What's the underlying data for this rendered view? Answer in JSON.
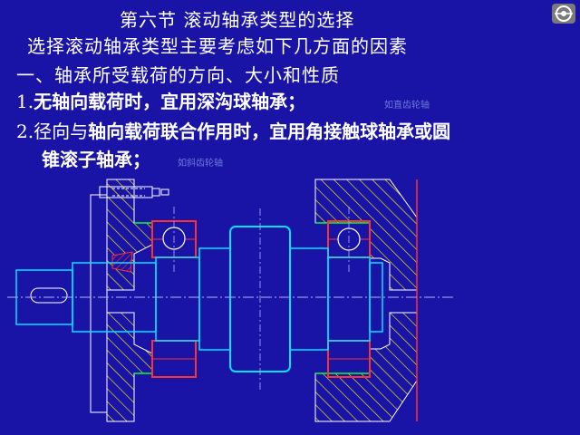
{
  "slide": {
    "title": "第六节  滚动轴承类型的选择",
    "subtitle": "选择滚动轴承类型主要考虑如下几方面的因素",
    "heading": "一、轴承所受载荷的方向、大小和性质",
    "item1_num": "1.",
    "item1_text": "无轴向载荷时，宜用深沟球轴承；",
    "item1_note": "如直齿轮轴",
    "item2_num": "2.",
    "item2_pre": "径向与",
    "item2_text": "轴向载荷联合作用时，宜用角接触球轴承或圆",
    "item2_cont": "锥滚子轴承；",
    "item2_note": "如斜齿轮轴"
  },
  "colors": {
    "background": "#1a14a6",
    "hatch": "#ffff00",
    "shaft": "#00e5ff",
    "bearing": "#ff2020",
    "gasket": "#00ff30"
  },
  "nav": {
    "icon": "slide-nav-icon"
  }
}
